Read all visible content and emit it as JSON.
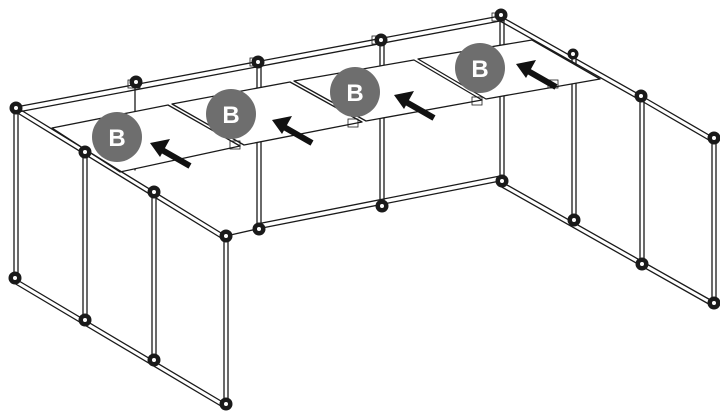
{
  "diagram": {
    "badges": [
      {
        "letter": "B"
      },
      {
        "letter": "B"
      },
      {
        "letter": "B"
      },
      {
        "letter": "B"
      }
    ]
  }
}
